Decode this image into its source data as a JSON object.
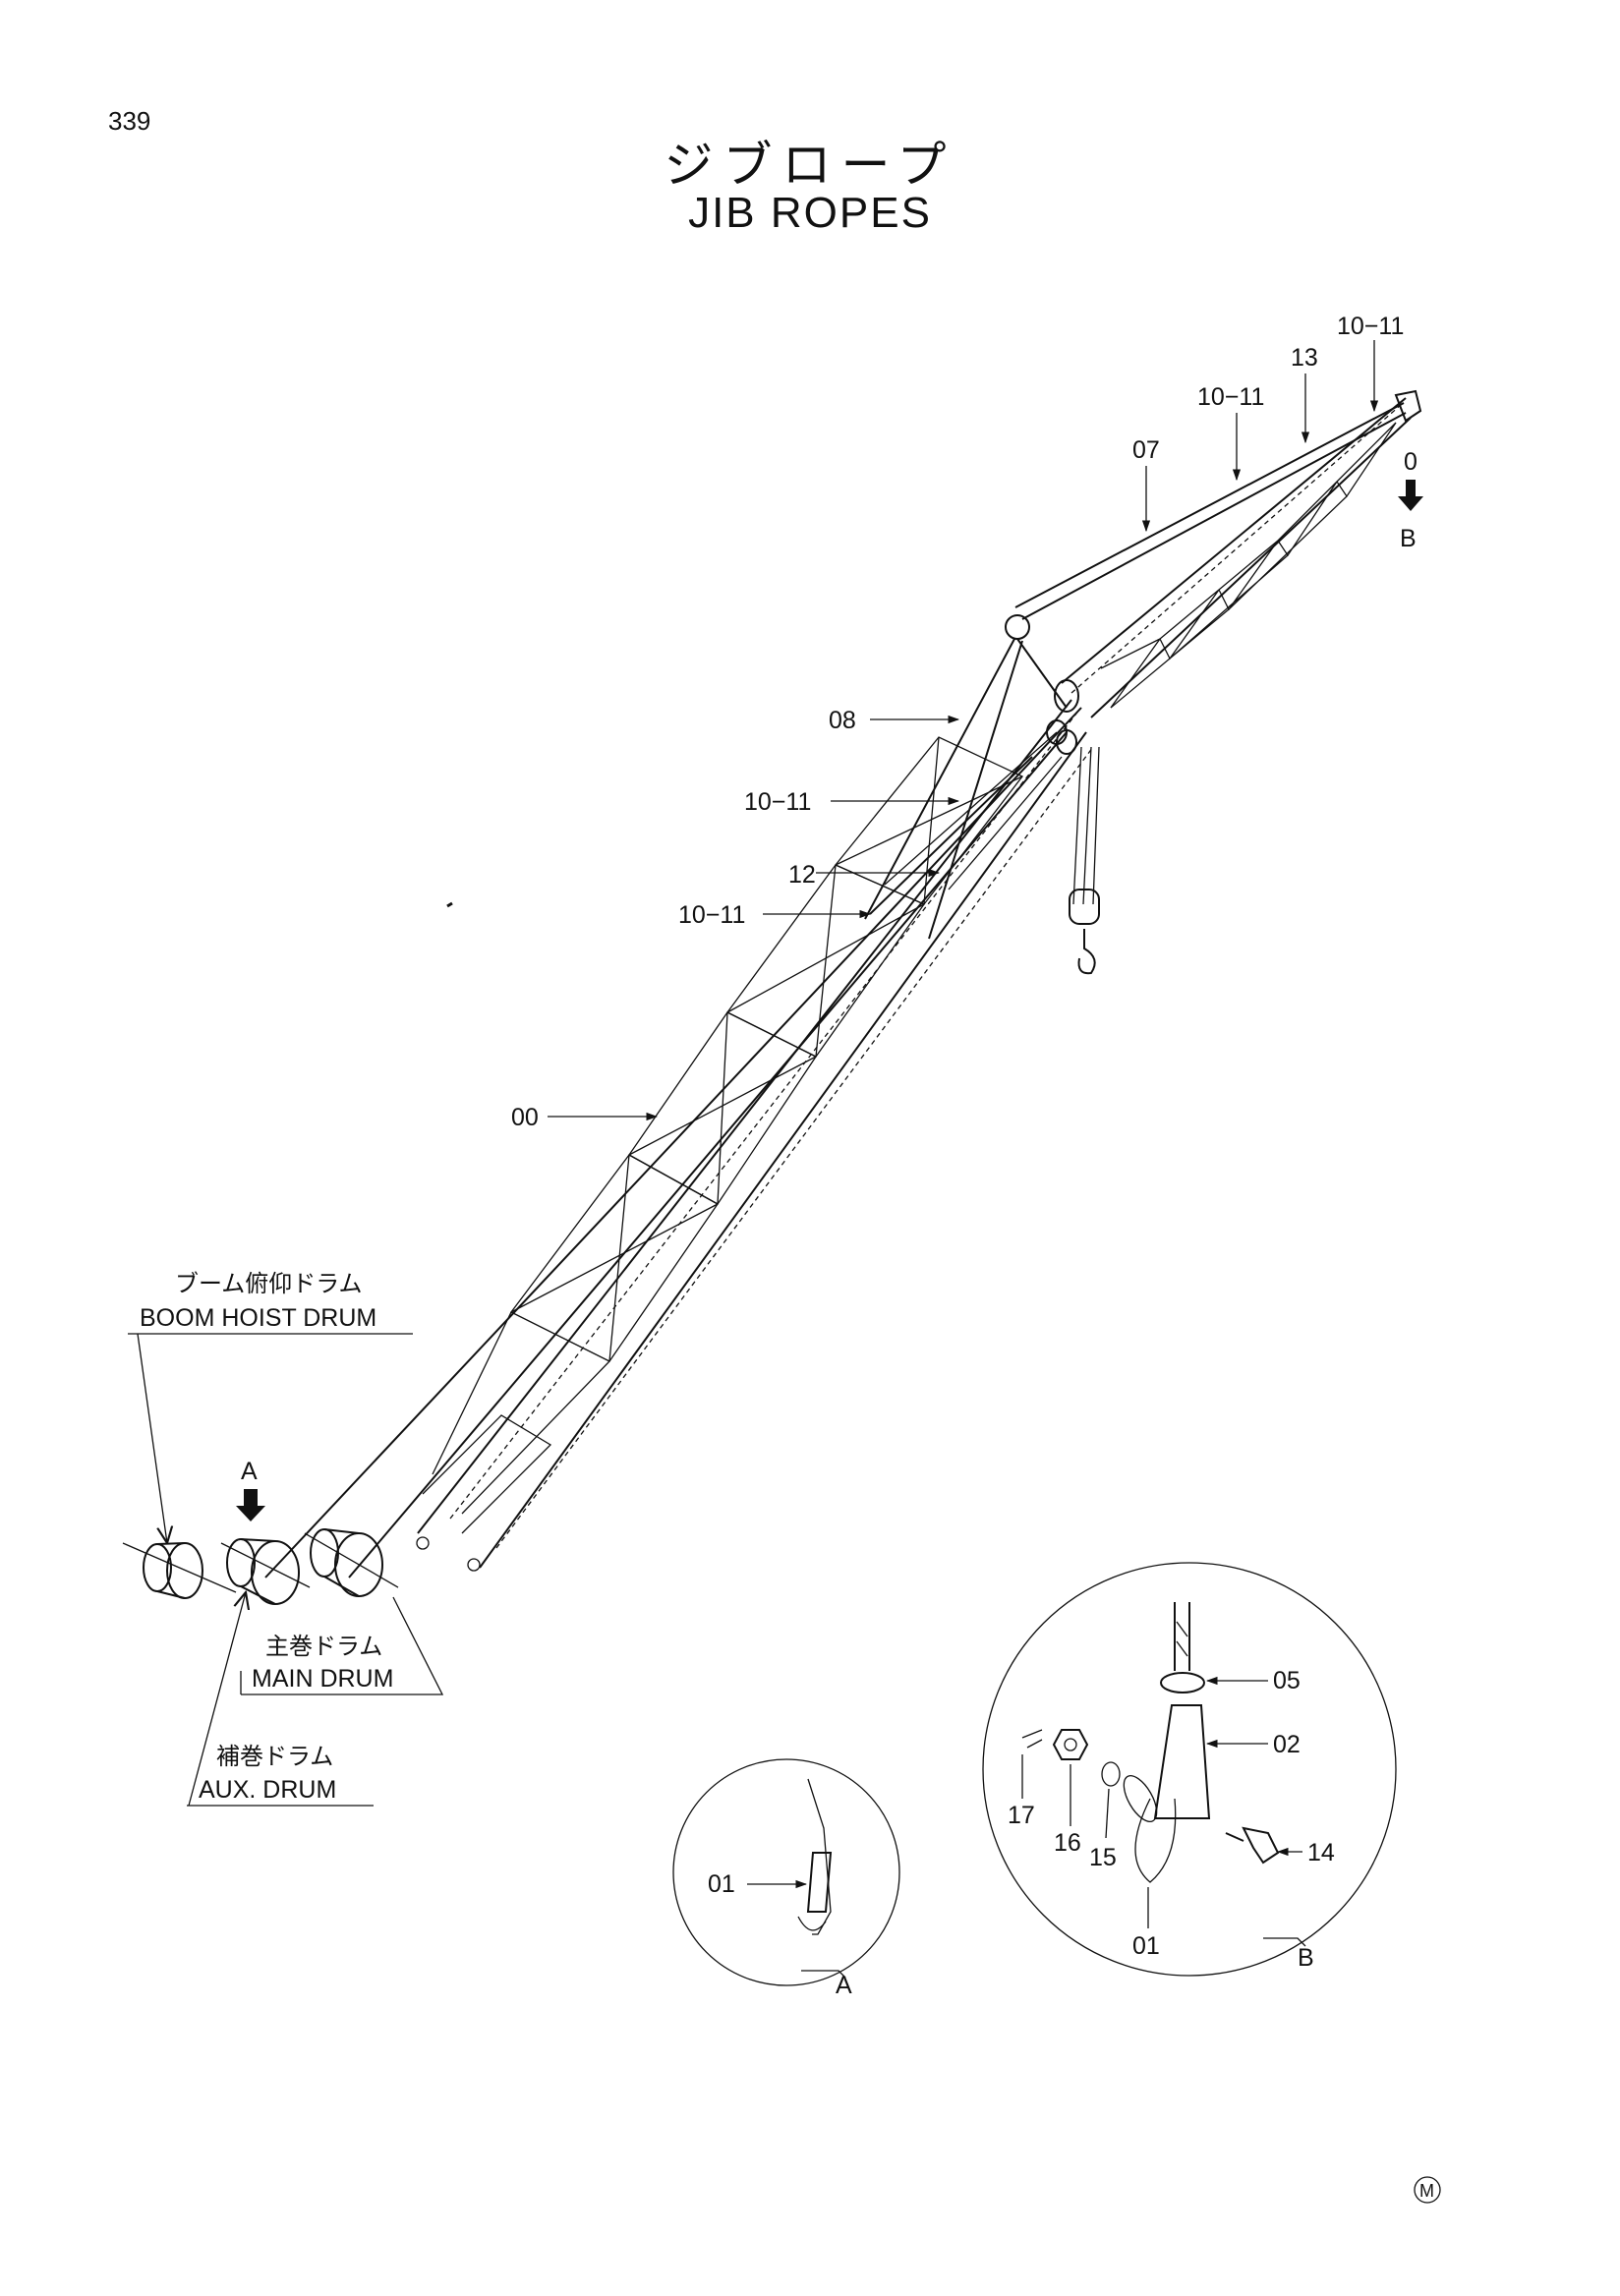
{
  "page": {
    "number": "339",
    "title_jp": "ジブロープ",
    "title_en": "JIB ROPES"
  },
  "callouts": {
    "c00": "00",
    "c07": "07",
    "c08": "08",
    "c12": "12",
    "c13": "13",
    "c1011a": "10−11",
    "c1011b": "10−11",
    "c1011c": "10−11",
    "c1011d": "10−11",
    "c0b": "0"
  },
  "views": {
    "a_marker": "A",
    "b_marker": "B",
    "a_caption": "A",
    "b_caption": "B"
  },
  "drums": {
    "boom_hoist_jp": "ブーム俯仰ドラム",
    "boom_hoist_en": "BOOM HOIST DRUM",
    "main_jp": "主巻ドラム",
    "main_en": "MAIN DRUM",
    "aux_jp": "補巻ドラム",
    "aux_en": "AUX. DRUM"
  },
  "detail_a": {
    "p01": "01"
  },
  "detail_b": {
    "p05": "05",
    "p02": "02",
    "p17": "17",
    "p16": "16",
    "p15": "15",
    "p14": "14",
    "p01": "01"
  },
  "mark": "M"
}
